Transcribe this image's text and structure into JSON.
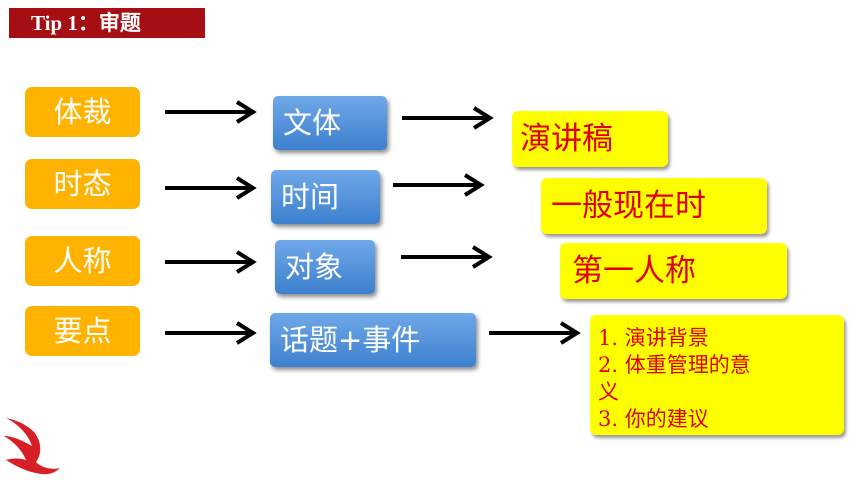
{
  "title": "Tip 1：审题",
  "rows": [
    {
      "category": "体裁",
      "aspect": "文体",
      "result": "演讲稿"
    },
    {
      "category": "时态",
      "aspect": "时间",
      "result": "一般现在时"
    },
    {
      "category": "人称",
      "aspect": "对象",
      "result": "第一人称"
    },
    {
      "category": "要点",
      "aspect": "话题+事件",
      "result_lines": [
        "1. 演讲背景",
        "2. 体重管理的意",
        "义",
        "3. 你的建议"
      ]
    }
  ],
  "colors": {
    "title_bg": "#a50f14",
    "category_box": "#ffb300",
    "aspect_box": "#3d80cf",
    "result_box": "#ffff00",
    "result_text": "#e00000"
  },
  "icons": {
    "arrow": "right-arrow-icon",
    "logo": "red-bird-logo"
  }
}
